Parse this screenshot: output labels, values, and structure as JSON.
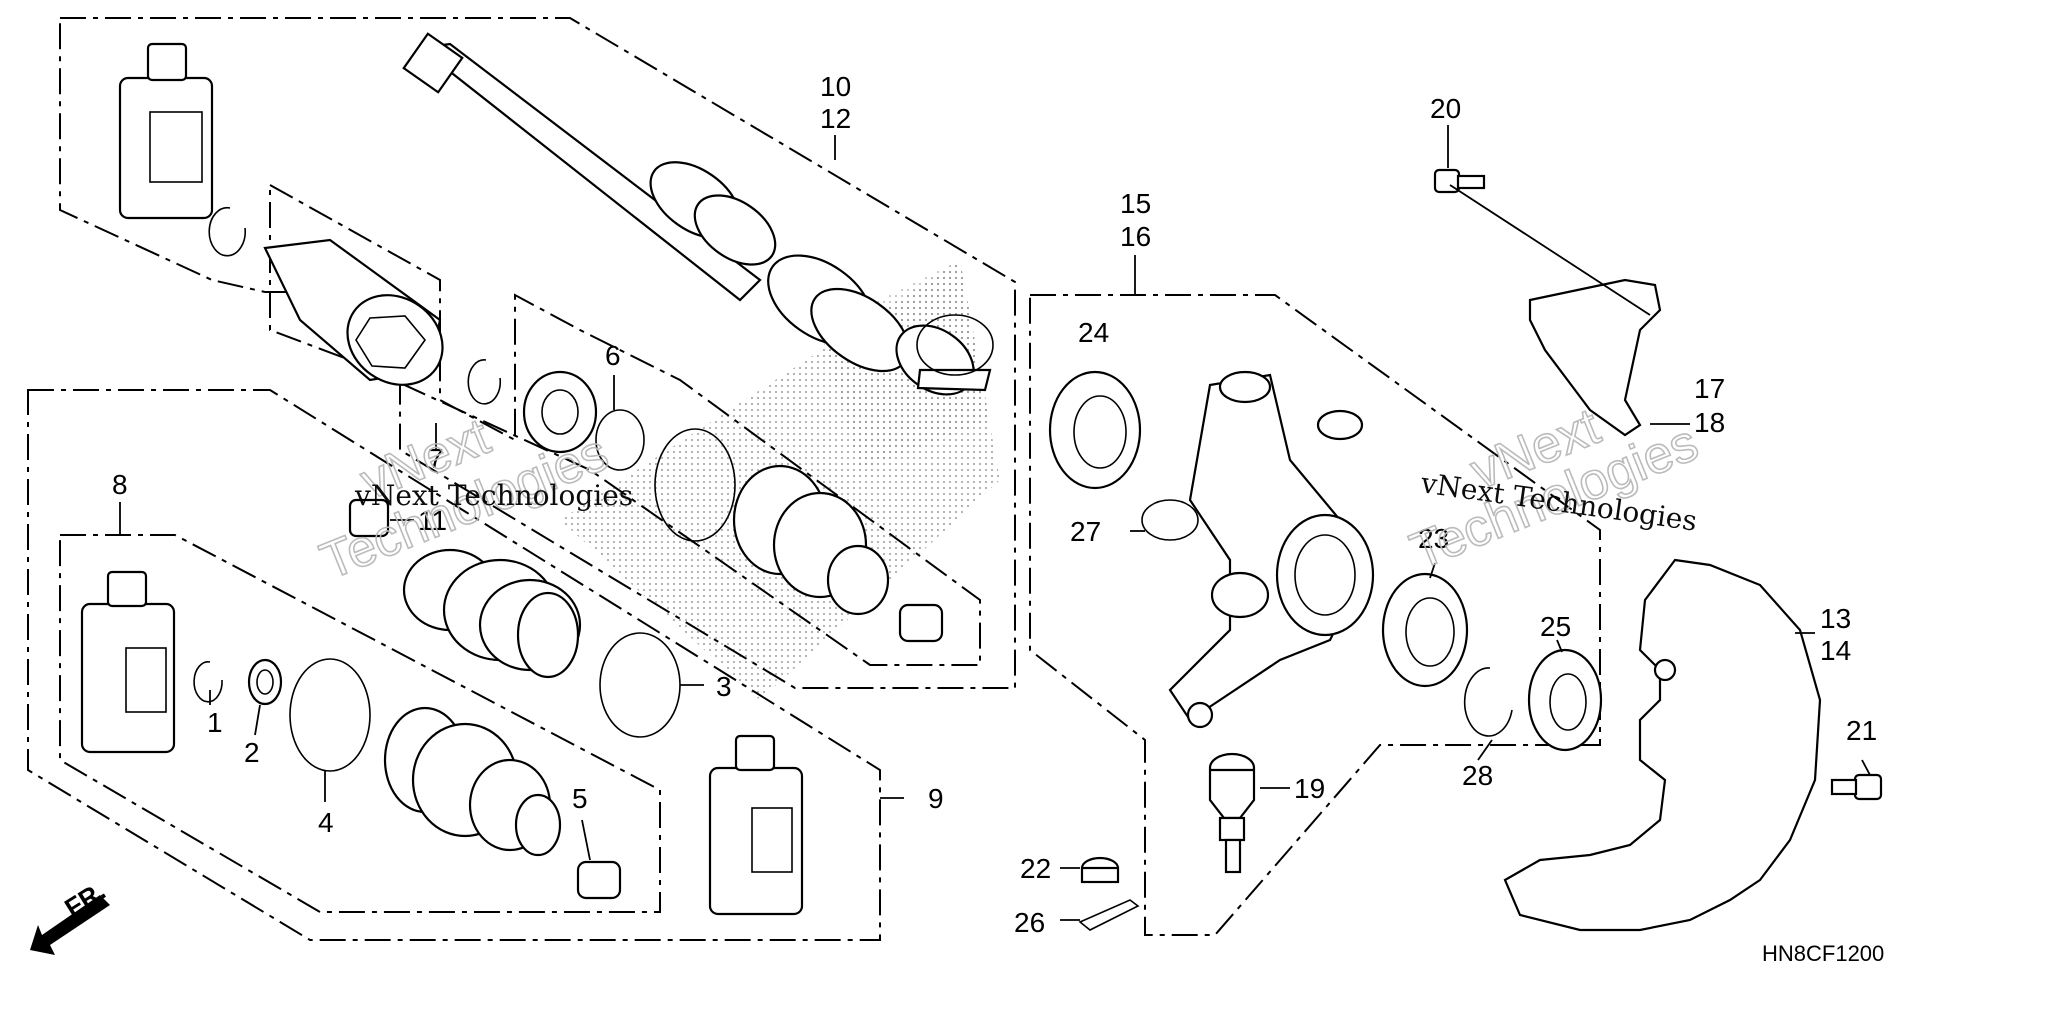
{
  "diagram": {
    "callouts": [
      {
        "id": "c1",
        "text": "1"
      },
      {
        "id": "c2",
        "text": "2"
      },
      {
        "id": "c3",
        "text": "3"
      },
      {
        "id": "c4",
        "text": "4"
      },
      {
        "id": "c5",
        "text": "5"
      },
      {
        "id": "c6",
        "text": "6"
      },
      {
        "id": "c7",
        "text": "7"
      },
      {
        "id": "c8",
        "text": "8"
      },
      {
        "id": "c9",
        "text": "9"
      },
      {
        "id": "c10",
        "text": "10"
      },
      {
        "id": "c12",
        "text": "12"
      },
      {
        "id": "c11",
        "text": "11"
      },
      {
        "id": "c13",
        "text": "13"
      },
      {
        "id": "c14",
        "text": "14"
      },
      {
        "id": "c15",
        "text": "15"
      },
      {
        "id": "c16",
        "text": "16"
      },
      {
        "id": "c17",
        "text": "17"
      },
      {
        "id": "c18",
        "text": "18"
      },
      {
        "id": "c19",
        "text": "19"
      },
      {
        "id": "c20",
        "text": "20"
      },
      {
        "id": "c21",
        "text": "21"
      },
      {
        "id": "c22",
        "text": "22"
      },
      {
        "id": "c23",
        "text": "23"
      },
      {
        "id": "c24",
        "text": "24"
      },
      {
        "id": "c25",
        "text": "25"
      },
      {
        "id": "c26",
        "text": "26"
      },
      {
        "id": "c27",
        "text": "27"
      },
      {
        "id": "c28",
        "text": "28"
      }
    ],
    "diagram_code": "HN8CF1200",
    "direction_label": "FR.",
    "watermark": {
      "line1": "vNext Technologies",
      "word1": "vNext",
      "word2": "Technologies"
    }
  }
}
